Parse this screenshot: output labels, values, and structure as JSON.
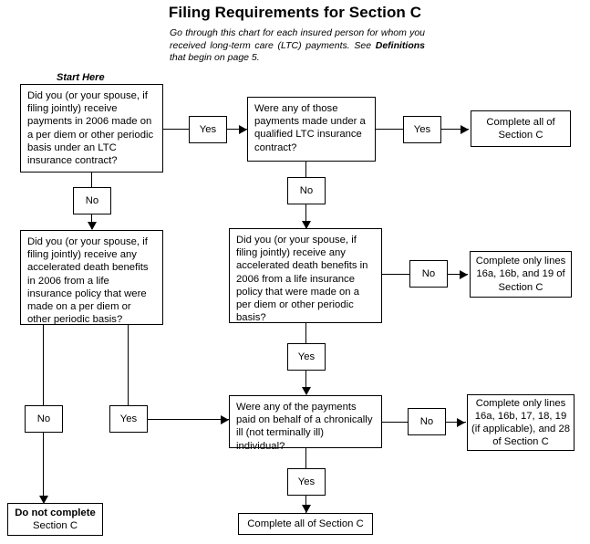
{
  "header": {
    "title": "Filing Requirements for Section C",
    "intro_prefix": "Go through this chart for each insured person for whom you received long-term care (LTC) payments. See ",
    "intro_bold": "Definitions",
    "intro_suffix": " that begin on page 5."
  },
  "labels": {
    "start_here": "Start Here",
    "yes": "Yes",
    "no": "No"
  },
  "nodes": {
    "q1": "Did you (or your spouse, if filing jointly) receive payments in 2006 made on a per diem or other periodic basis under an LTC insurance contract?",
    "q2": "Were any of those payments made under a qualified LTC insurance contract?",
    "q3": "Did you (or your spouse, if filing jointly) receive any accelerated death benefits in 2006 from a life insurance policy that were made on a per diem or other periodic basis?",
    "q4": "Did you (or your spouse, if filing jointly) receive any accelerated death benefits in 2006 from a life insurance policy that were made on a per diem or other periodic basis?",
    "q5": "Were any of the payments paid on behalf of a chronically ill (not terminally ill) individual?",
    "r1": "Complete all of Section C",
    "r2": "Complete only lines 16a, 16b, and 19 of Section C",
    "r3": "Complete only lines 16a, 16b, 17, 18, 19 (if applicable), and 28 of Section C",
    "r4_bold": "Do not complete",
    "r4_rest": "Section C",
    "r5": "Complete all of Section C"
  },
  "edges": {
    "q1_yes": "Yes",
    "q1_no": "No",
    "q2_yes": "Yes",
    "q2_no": "No",
    "q3_no": "No",
    "q3_yes": "Yes",
    "q4_no": "No",
    "q4_yes": "Yes",
    "q5_no": "No",
    "q5_yes": "Yes"
  },
  "colors": {
    "ink": "#000000",
    "background": "#ffffff"
  }
}
